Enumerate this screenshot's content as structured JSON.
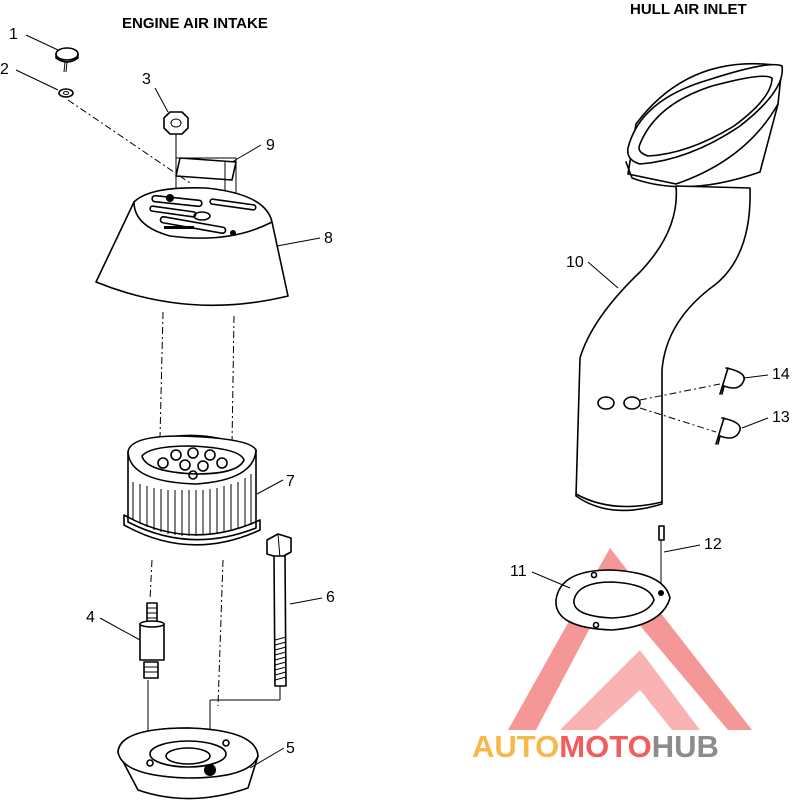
{
  "headings": {
    "engine_air_intake": "ENGINE AIR INTAKE",
    "hull_air_inlet": "HULL AIR INLET"
  },
  "callouts": {
    "c1": "1",
    "c2": "2",
    "c3": "3",
    "c4": "4",
    "c5": "5",
    "c6": "6",
    "c7": "7",
    "c8": "8",
    "c9": "9",
    "c10": "10",
    "c11": "11",
    "c12": "12",
    "c13": "13",
    "c14": "14"
  },
  "watermark": {
    "part1": "AUTO",
    "part2": "MOTO",
    "part3": "HUB",
    "color_primary": "#f25c5c",
    "color_secondary": "#f6b84a",
    "color_tertiary": "#8c8c8c"
  }
}
